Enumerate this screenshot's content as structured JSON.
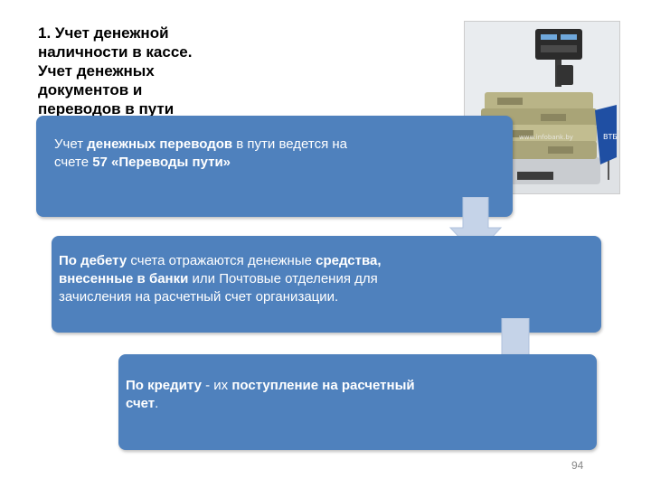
{
  "title": {
    "lines": [
      "1. Учет денежной",
      "наличности в кассе.",
      "Учет денежных",
      "документов и",
      "переводов в пути"
    ]
  },
  "box1": {
    "t1": "Учет ",
    "t2": "денежных переводов",
    "t3": " в пути ведется на",
    "t4": "счете ",
    "t5": "57 «Переводы пути»"
  },
  "box2": {
    "t1": "По дебету",
    "t2": " счета отражаются денежные ",
    "t3": "средства,",
    "t4": "внесенные в банки",
    "t5": " или Почтовые отделения для",
    "t6": "зачисления на расчетный счет организации."
  },
  "box3": {
    "t1": "По кредиту",
    "t2": " - их ",
    "t3": "поступление на расчетный",
    "t4": "счет",
    "t5": "."
  },
  "photo": {
    "brand": "ВТБ",
    "watermark": "www.infobank.by"
  },
  "page_number": "94",
  "colors": {
    "box": "#4f81bd",
    "arrow": "#c5d3e8",
    "text_on_box": "#ffffff"
  }
}
